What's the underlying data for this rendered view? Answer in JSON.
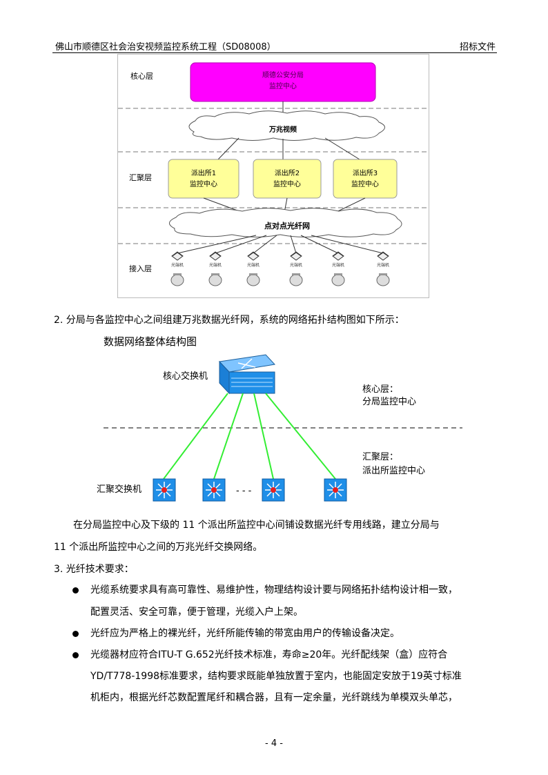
{
  "header": {
    "title": "佛山市顺德区社会治安视频监控系统工程（SD08008）",
    "doc_type": "招标文件"
  },
  "figure1": {
    "layers": [
      "核心层",
      "汇聚层",
      "接入层"
    ],
    "core_box": [
      "顺德公安分局",
      "监控中心"
    ],
    "cloud_top": "万兆视频",
    "stations": [
      {
        "line1": "派出所1",
        "line2": "监控中心"
      },
      {
        "line1": "派出所2",
        "line2": "监控中心"
      },
      {
        "line1": "派出所3",
        "line2": "监控中心"
      }
    ],
    "cloud_bottom": "点对点光纤网",
    "endpoint_label": "光端机"
  },
  "item2_text": "2. 分局与各监控中心之间组建万兆数据光纤网，系统的网络拓扑结构图如下所示：",
  "figure2": {
    "title": "数据网络整体结构图",
    "core_switch": "核心交换机",
    "core_layer": "核心层：",
    "core_layer_desc": "分局监控中心",
    "agg_layer": "汇聚层：",
    "agg_layer_desc": "派出所监控中心",
    "agg_switch": "汇聚交换机",
    "ellipsis": "- - -"
  },
  "para1_line1": "在分局监控中心及下级的 11 个派出所监控中心间铺设数据光纤专用线路，建立分局与",
  "para1_line2": "11 个派出所监控中心之间的万兆光纤交换网络。",
  "item3_text": "3. 光纤技术要求：",
  "bullets": [
    {
      "l1": "光缆系统要求具有高可靠性、易维护性，物理结构设计要与网络拓扑结构设计相一致，",
      "l2": "配置灵活、安全可靠，便于管理，光缆入户上架。"
    },
    {
      "l1": "光纤应为严格上的裸光纤，光纤所能传输的带宽由用户的传输设备决定。"
    },
    {
      "l1": "光缆器材应符合ITU-T G.652光纤技术标准，寿命≥20年。光纤配线架（盒）应符合",
      "l2": "YD/T778-1998标准要求，结构要求既能单独放置于室内，也能固定安放于19英寸标准",
      "l3": "机柜内，根据光纤芯数配置尾纤和耦合器，且有一定余量，光纤跳线为单模双头单芯，"
    }
  ],
  "page_number": "- 4 -",
  "colors": {
    "core_box": "#ff00ff",
    "station_box": "#ffff99",
    "link_green": "#33ee33",
    "switch_blue": "#1b7fd6"
  }
}
